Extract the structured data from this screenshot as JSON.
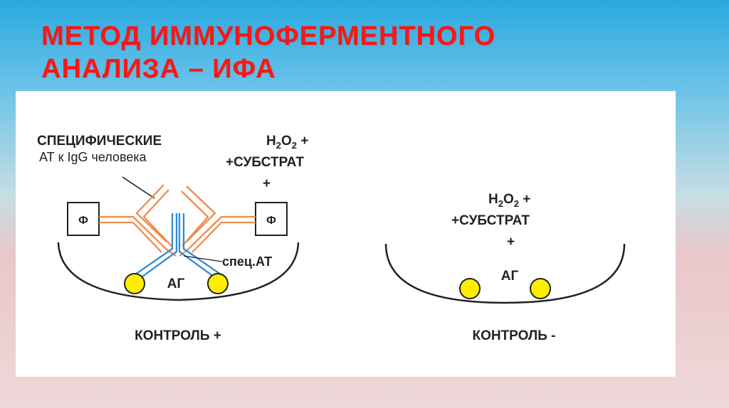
{
  "title": {
    "line1": "МЕТОД ИММУНОФЕРМЕНТНОГО",
    "line2": "АНАЛИЗА – ИФА"
  },
  "left_panel": {
    "label_specific_line1": "СПЕЦИФИЧЕСКИЕ",
    "label_specific_line2": "АТ к IgG человека",
    "h2o2_prefix": "H",
    "h2o2_sub1": "2",
    "h2o2_mid": "O",
    "h2o2_sub2": "2",
    "h2o2_suffix": " +",
    "substrate": "+СУБСТРАТ",
    "plus": "+",
    "enzyme_left": "Ф",
    "enzyme_right": "Ф",
    "spec_at": "спец.АТ",
    "antigen": "АГ",
    "caption": "КОНТРОЛЬ +"
  },
  "right_panel": {
    "h2o2_prefix": "H",
    "h2o2_sub1": "2",
    "h2o2_mid": "O",
    "h2o2_sub2": "2",
    "h2o2_suffix": " +",
    "substrate": "+СУБСТРАТ",
    "plus": "+",
    "antigen": "АГ",
    "caption": "КОНТРОЛЬ -"
  },
  "colors": {
    "title": "#ff1515",
    "antibody_orange": "#f08a4b",
    "antibody_blue": "#2f8ad8",
    "antigen_yellow": "#ffee00"
  }
}
